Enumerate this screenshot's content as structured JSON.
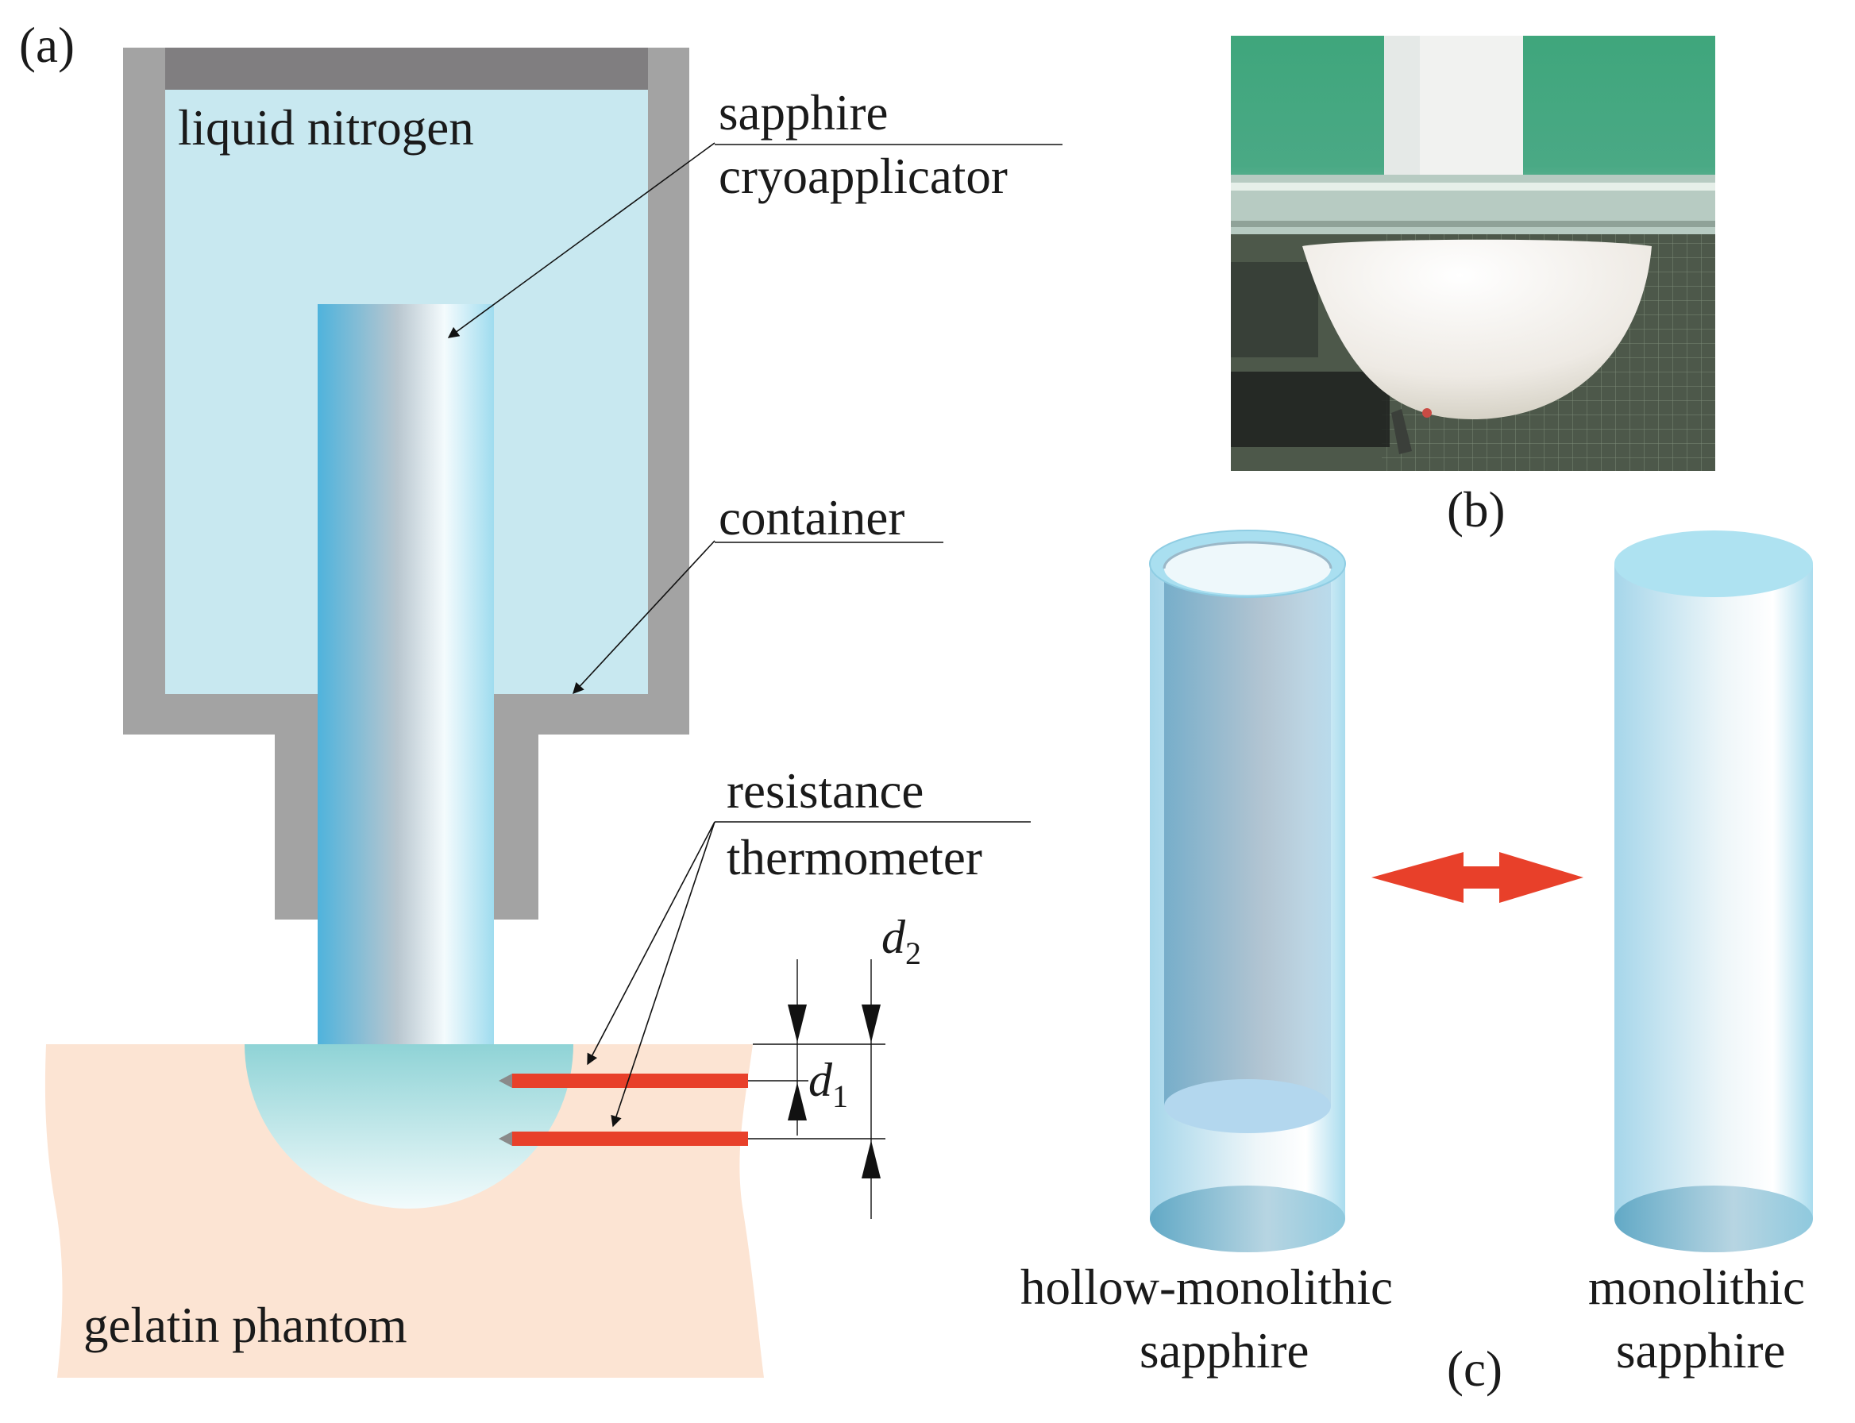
{
  "figure": {
    "panels": {
      "a": "(a)",
      "b": "(b)",
      "c": "(c)"
    },
    "panel_a": {
      "liquid": "liquid nitrogen",
      "applicator_line1": "sapphire",
      "applicator_line2": "cryoapplicator",
      "container": "container",
      "thermometer_line1": "resistance",
      "thermometer_line2": "thermometer",
      "phantom": "gelatin phantom",
      "d1": "d",
      "d1_sub": "1",
      "d2": "d",
      "d2_sub": "2"
    },
    "panel_b": {
      "content": "photograph of frozen hemisphere in gelatin under sapphire applicator"
    },
    "panel_c": {
      "left_line1": "hollow-monolithic",
      "left_line2": "sapphire",
      "right_line1": "monolithic",
      "right_line2": "sapphire"
    }
  },
  "colors": {
    "container_wall": "#a3a3a3",
    "container_lid": "#807e80",
    "nitrogen": "#c8e8f0",
    "phantom": "#fce4d3",
    "thermometer": "#e8402a",
    "arrow_double": "#e8402a",
    "cylinder_blue": "#6fbfdf",
    "photo_green": "#3aa37a"
  }
}
